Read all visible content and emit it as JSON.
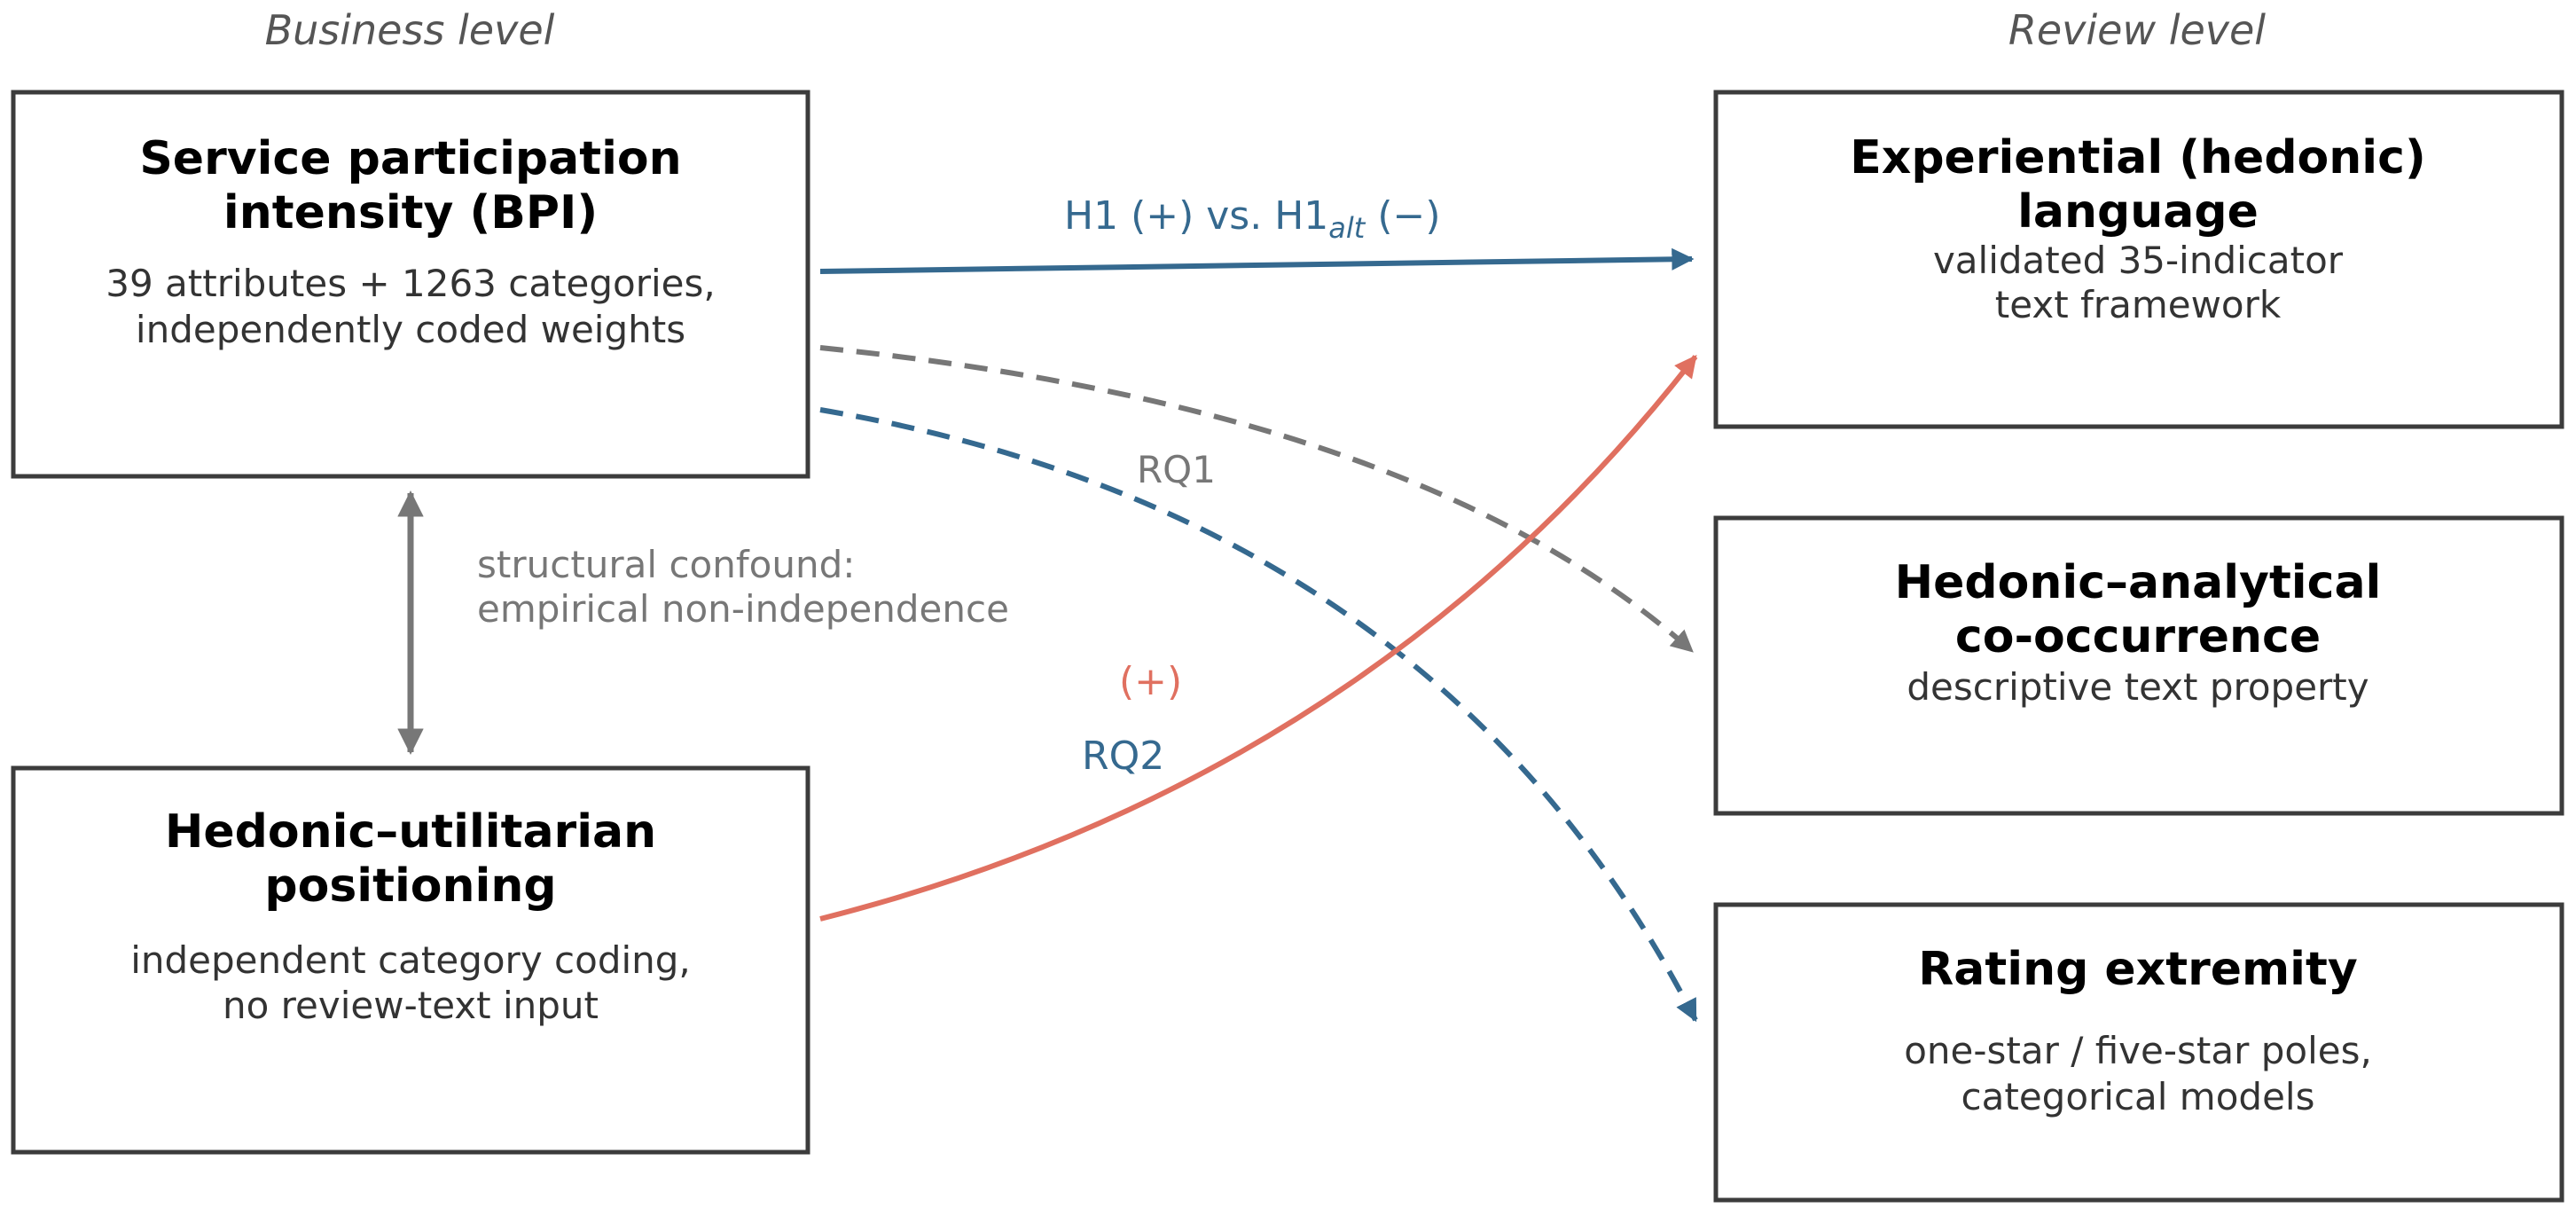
{
  "levels": {
    "business": "Business level",
    "review": "Review level"
  },
  "boxes": {
    "bpi": {
      "title_lines": [
        "Service participation",
        "intensity (BPI)"
      ],
      "desc_lines": [
        "39 attributes + 1263 categories,",
        "independently coded weights"
      ]
    },
    "hedonic_utilitarian": {
      "title_lines": [
        "Hedonic–utilitarian",
        "positioning"
      ],
      "desc_lines": [
        "independent category coding,",
        "no review-text input"
      ]
    },
    "experiential": {
      "title_lines": [
        "Experiential (hedonic)",
        "language"
      ],
      "desc_lines": [
        "validated 35-indicator",
        "text framework"
      ]
    },
    "cooccurrence": {
      "title_lines": [
        "Hedonic–analytical",
        "co-occurrence"
      ],
      "desc_lines": [
        "descriptive text property"
      ]
    },
    "rating": {
      "title_lines": [
        "Rating extremity"
      ],
      "desc_lines": [
        "one-star / five-star poles,",
        "categorical models"
      ]
    }
  },
  "labels": {
    "h1": {
      "main": "H1 (+) vs. H1",
      "sub": "alt",
      "tail": " (−)"
    },
    "rq1": "RQ1",
    "rq2": "RQ2",
    "plus": "(+)",
    "confound": [
      "structural confound:",
      "empirical non-independence"
    ]
  },
  "colors": {
    "blue": "#35698f",
    "gray": "#777777",
    "orange": "#e07060"
  }
}
